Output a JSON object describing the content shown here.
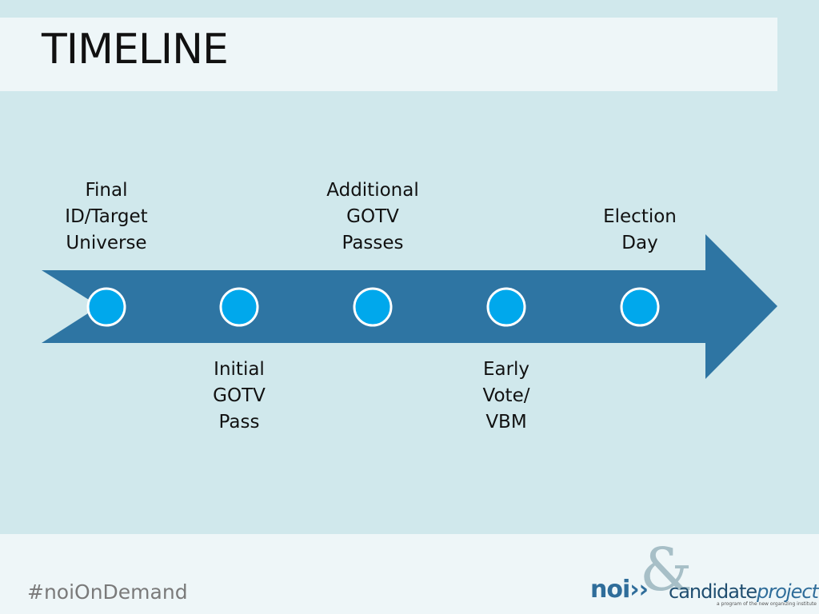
{
  "title": "TIMELINE",
  "milestones": [
    {
      "lines": [
        "Final",
        "ID/Target",
        "Universe"
      ],
      "position": "above"
    },
    {
      "lines": [
        "Initial",
        "GOTV",
        "Pass"
      ],
      "position": "below"
    },
    {
      "lines": [
        "Additional",
        "GOTV",
        "Passes"
      ],
      "position": "above"
    },
    {
      "lines": [
        "Early",
        "Vote/",
        "VBM"
      ],
      "position": "below"
    },
    {
      "lines": [
        "Election",
        "Day"
      ],
      "position": "above"
    }
  ],
  "footer": {
    "hashtag": "#noiOnDemand",
    "logo_noi": "noi››",
    "logo_amp": "&",
    "logo_candidate": "candidate",
    "logo_project": "project",
    "logo_tagline": "a program of the new organizing institute"
  },
  "colors": {
    "background": "#d0e8ec",
    "band": "#eef6f8",
    "arrow": "#2e75a3",
    "dot_fill": "#00a8ec",
    "dot_stroke": "#ffffff"
  }
}
